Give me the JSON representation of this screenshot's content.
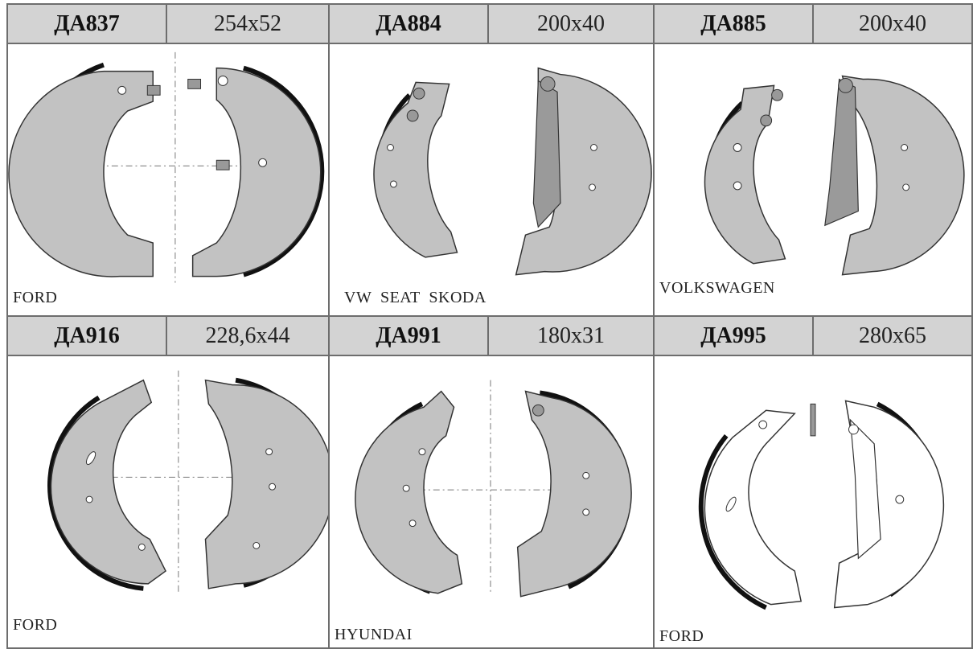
{
  "cells": [
    {
      "code": "ДА837",
      "size": "254x52",
      "brand": "FORD"
    },
    {
      "code": "ДА884",
      "size": "200x40",
      "brand": "VW  SEAT  SKODA"
    },
    {
      "code": "ДА885",
      "size": "200x40",
      "brand": "VOLKSWAGEN"
    },
    {
      "code": "ДА916",
      "size": "228,6x44",
      "brand": "FORD"
    },
    {
      "code": "ДА991",
      "size": "180x31",
      "brand": "HYUNDAI"
    },
    {
      "code": "ДА995",
      "size": "280x65",
      "brand": "FORD"
    }
  ],
  "colors": {
    "shoe": "#c2c2c2",
    "lining": "#111111",
    "header": "#d3d3d3",
    "border": "#6d6d6d"
  }
}
